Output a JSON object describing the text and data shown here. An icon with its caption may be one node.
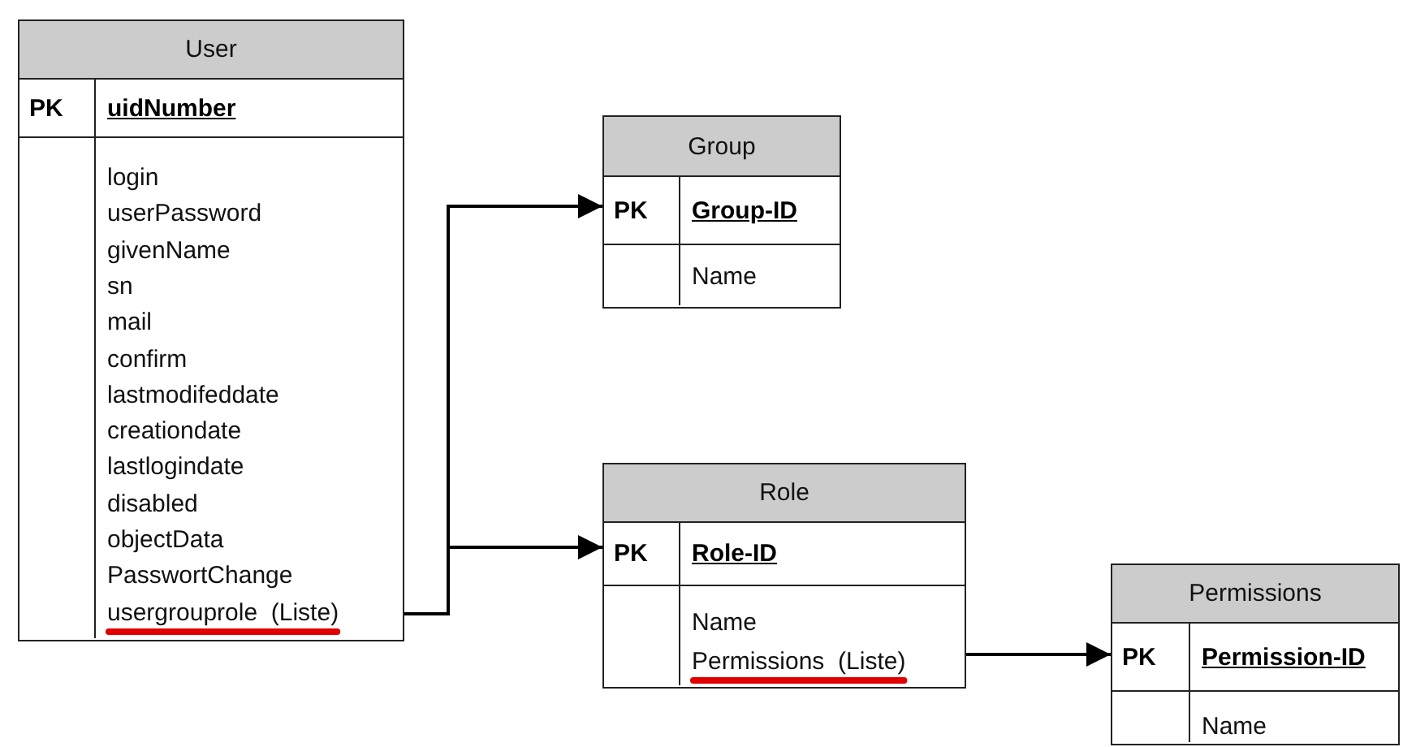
{
  "diagram": {
    "nodes": [
      {
        "text": [
          "User",
          "PK",
          "uidNumber",
          "login",
          "userPassword",
          "givenName",
          "sn",
          "mail",
          "confirm",
          "lastmodifeddate",
          "creationdate",
          "lastlogindate",
          "disabled",
          "objectData",
          "PasswortChange",
          "usergrouprole  (Liste)"
        ]
      },
      {
        "text": [
          "Group",
          "PK",
          "Group-ID",
          "Name"
        ]
      },
      {
        "text": [
          "Role",
          "PK",
          "Role-ID",
          "Name",
          "Permissions  (Liste)"
        ]
      },
      {
        "text": [
          "Permissions",
          "PK",
          "Permission-ID",
          "Name"
        ]
      }
    ],
    "edges": [
      {
        "from": 0,
        "to": 1,
        "arrow": "to"
      },
      {
        "from": 0,
        "to": 2,
        "arrow": "to"
      },
      {
        "from": 2,
        "to": 3,
        "arrow": "to"
      }
    ]
  }
}
